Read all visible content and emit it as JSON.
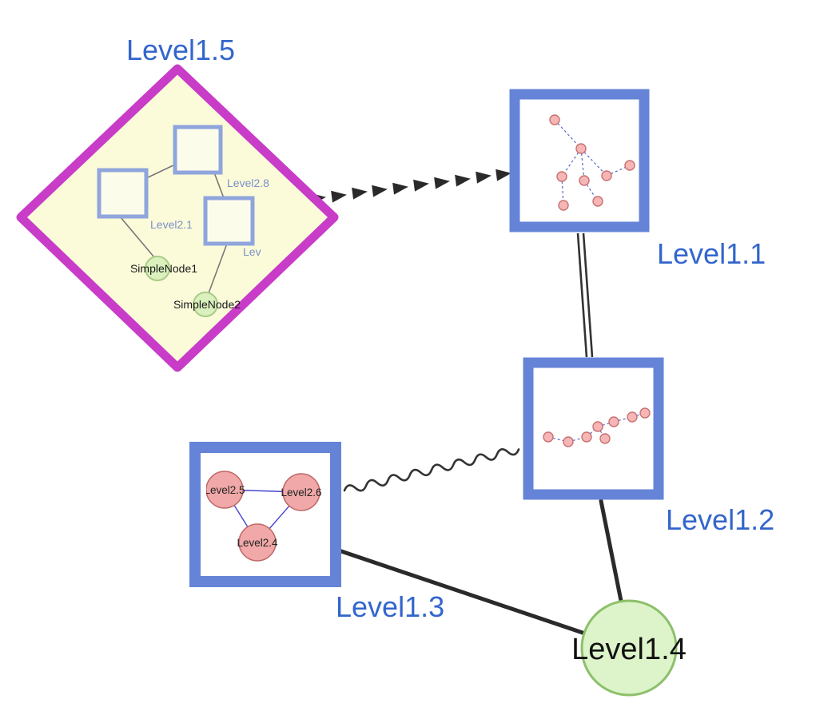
{
  "labels": {
    "level1_5": "Level1.5",
    "level1_1": "Level1.1",
    "level1_2": "Level1.2",
    "level1_3": "Level1.3",
    "level1_4": "Level1.4",
    "level2_8": "Level2.8",
    "level2_1": "Level2.1",
    "level2_x": "Lev",
    "simple_node1": "SimpleNode1",
    "simple_node2": "SimpleNode2",
    "level2_5": "Level2.5",
    "level2_6": "Level2.6",
    "level2_4": "Level2.4"
  },
  "colors": {
    "group_border_blue": "#6584d8",
    "label_blue": "#3366cc",
    "diamond_magenta": "#c83cc8",
    "diamond_fill_yellow": "#fbfbda",
    "green_node_fill": "#ddf3c9",
    "green_node_border": "#8cc06a",
    "pink_node_fill": "#f0a8a8",
    "pink_node_border": "#c06868",
    "mini_edge_blue": "#5566cc",
    "edge_black": "#2a2a2a",
    "inner_label_slate": "#7d8fc9"
  },
  "edges": [
    {
      "from": "Level1.5",
      "to": "Level1.1",
      "style": "dashed-arrowheads"
    },
    {
      "from": "Level1.1",
      "to": "Level1.2",
      "style": "double-line"
    },
    {
      "from": "Level1.3",
      "to": "Level1.2",
      "style": "wavy"
    },
    {
      "from": "Level1.3",
      "to": "Level1.4",
      "style": "solid-thick"
    },
    {
      "from": "Level1.2",
      "to": "Level1.4",
      "style": "solid-thick"
    }
  ]
}
